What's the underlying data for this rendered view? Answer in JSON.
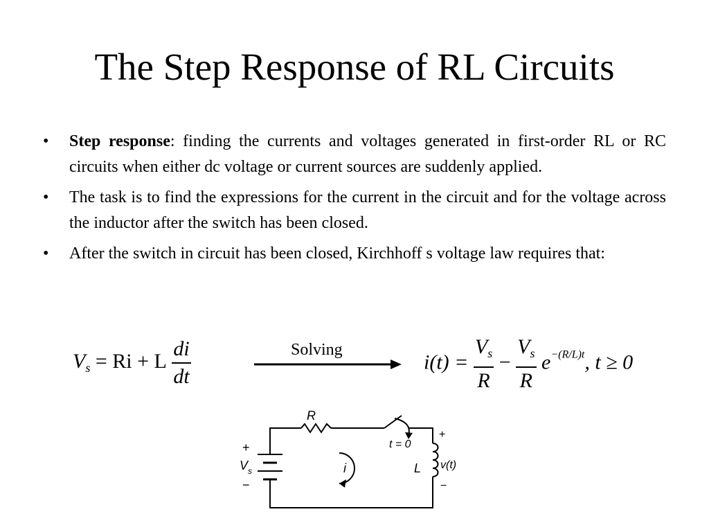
{
  "slide": {
    "title": "The Step Response of RL Circuits",
    "bullets": [
      {
        "bold": "Step response",
        "text": ": finding the currents and voltages generated in first-order RL or RC circuits when either dc voltage or current sources are suddenly applied."
      },
      {
        "bold": "",
        "text": "The task is to find the expressions for the current in the circuit and for the voltage across the inductor after the switch has been closed."
      },
      {
        "bold": "",
        "text": "After the switch in circuit has been closed, Kirchhoff s voltage law requires that:"
      }
    ],
    "bullet_symbol": "•",
    "equation_left": {
      "lhs_V": "V",
      "lhs_sub": "s",
      "rhs": "= Ri + L",
      "frac_num": "di",
      "frac_den": "dt"
    },
    "arrow_label": "Solving",
    "equation_right": {
      "lhs": "i(t) =",
      "frac1_num": "V",
      "frac1_num_sub": "s",
      "frac1_den": "R",
      "minus": "−",
      "frac2_num": "V",
      "frac2_num_sub": "s",
      "frac2_den": "R",
      "exp_base": "e",
      "exp": "−(R/L)t",
      "condition": ", t ≥ 0"
    },
    "circuit": {
      "R_label": "R",
      "switch_label": "t = 0",
      "source_label": "V",
      "source_sub": "s",
      "plus": "+",
      "minus": "−",
      "current_label": "i",
      "inductor_label": "L",
      "voltage_label": "v(t)"
    }
  }
}
